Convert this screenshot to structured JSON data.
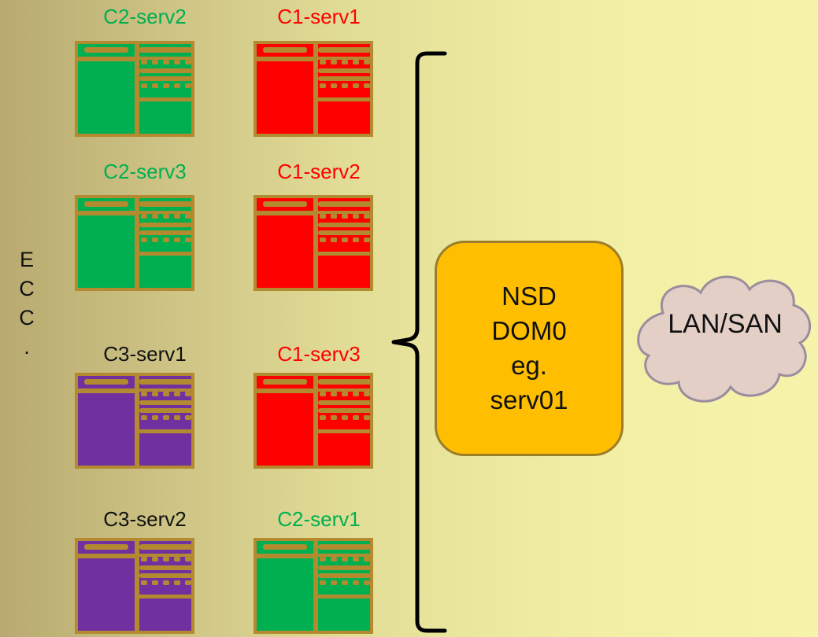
{
  "colors": {
    "red": "#ff0000",
    "green": "#00b050",
    "purple": "#7030a0",
    "frame": "#b38a30",
    "nsd_fill": "#ffbf00",
    "cloud_fill": "#e3cfc6",
    "label_red": "#ff0000",
    "label_green": "#00b050",
    "label_black": "#111111"
  },
  "servers": [
    {
      "label": "C2-serv2",
      "color": "green",
      "label_color": "label_green"
    },
    {
      "label": "C1-serv1",
      "color": "red",
      "label_color": "label_red"
    },
    {
      "label": "C2-serv3",
      "color": "green",
      "label_color": "label_green"
    },
    {
      "label": "C1-serv2",
      "color": "red",
      "label_color": "label_red"
    },
    {
      "label": "C3-serv1",
      "color": "purple",
      "label_color": "label_black"
    },
    {
      "label": "C1-serv3",
      "color": "red",
      "label_color": "label_red"
    },
    {
      "label": "C3-serv2",
      "color": "purple",
      "label_color": "label_black"
    },
    {
      "label": "C2-serv1",
      "color": "green",
      "label_color": "label_green"
    }
  ],
  "side_text": [
    "E",
    "C",
    "C",
    "."
  ],
  "nsd_box": {
    "lines": [
      "NSD",
      "DOM0",
      "eg.",
      "serv01"
    ]
  },
  "cloud": {
    "label": "LAN/SAN"
  }
}
